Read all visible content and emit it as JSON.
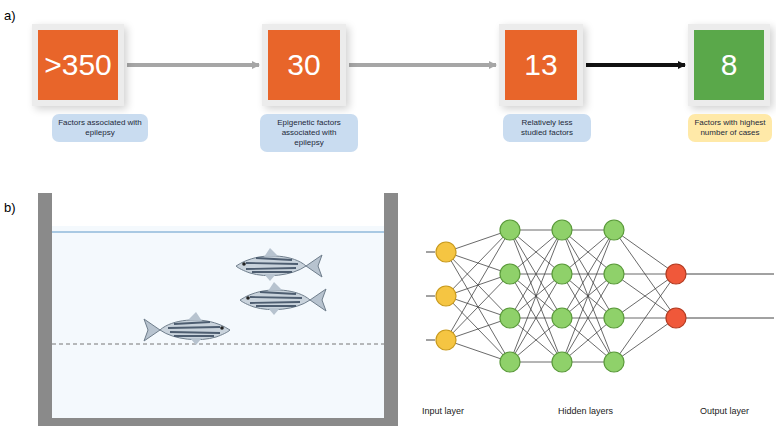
{
  "diagram": {
    "nodes": [
      {
        "text": [
          ">350"
        ]
      },
      {
        "text": [
          "Factors associated with epilepsy"
        ]
      },
      {
        "text": [
          "30"
        ]
      },
      {
        "text": [
          "Epigenetic factors associated with epilepsy"
        ]
      },
      {
        "text": [
          "13"
        ]
      },
      {
        "text": [
          "Relatively less studied factors"
        ]
      },
      {
        "text": [
          "8"
        ]
      },
      {
        "text": [
          "Factors with highest number of cases"
        ]
      }
    ],
    "edges": [
      {
        "from": 0,
        "to": 2,
        "arrow": "to"
      },
      {
        "from": 2,
        "to": 4,
        "arrow": "to"
      },
      {
        "from": 4,
        "to": 6,
        "arrow": "to"
      }
    ],
    "labels": [
      "a)",
      "b)",
      "Input layer",
      "Hidden layers",
      "Output layer"
    ]
  }
}
